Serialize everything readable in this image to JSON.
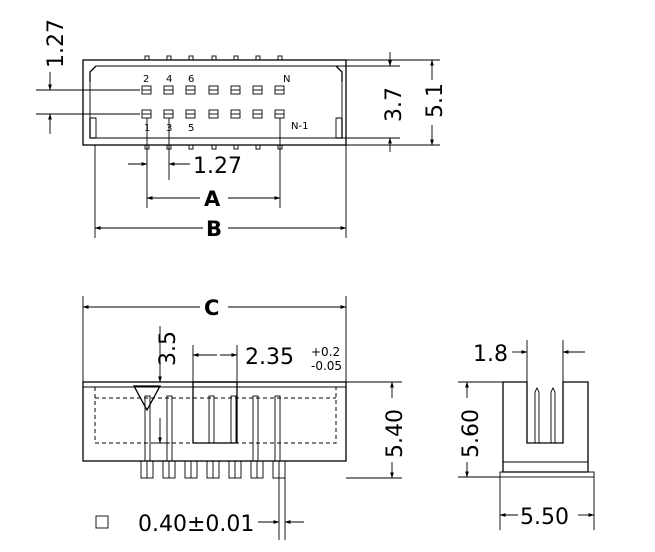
{
  "top_view": {
    "pin_labels_top": [
      "2",
      "4",
      "6"
    ],
    "pin_label_top_end": "N",
    "pin_labels_bottom": [
      "1",
      "3",
      "5"
    ],
    "pin_label_bottom_end": "N-1",
    "dim_pitch_vertical": "1.27",
    "dim_pitch_horizontal": "1.27",
    "dim_inner_height": "3.7",
    "dim_outer_height": "5.1",
    "dim_A": "A",
    "dim_B": "B"
  },
  "front_view": {
    "dim_C": "C",
    "dim_pin_height": "3.5",
    "dim_slot_width": "2.35",
    "dim_slot_tol_plus": "+0.2",
    "dim_slot_tol_minus": "-0.05",
    "dim_height": "5.40",
    "pin_square_note": "0.40±0.01"
  },
  "side_view": {
    "dim_slot": "1.8",
    "dim_height": "5.60",
    "dim_width": "5.50"
  }
}
